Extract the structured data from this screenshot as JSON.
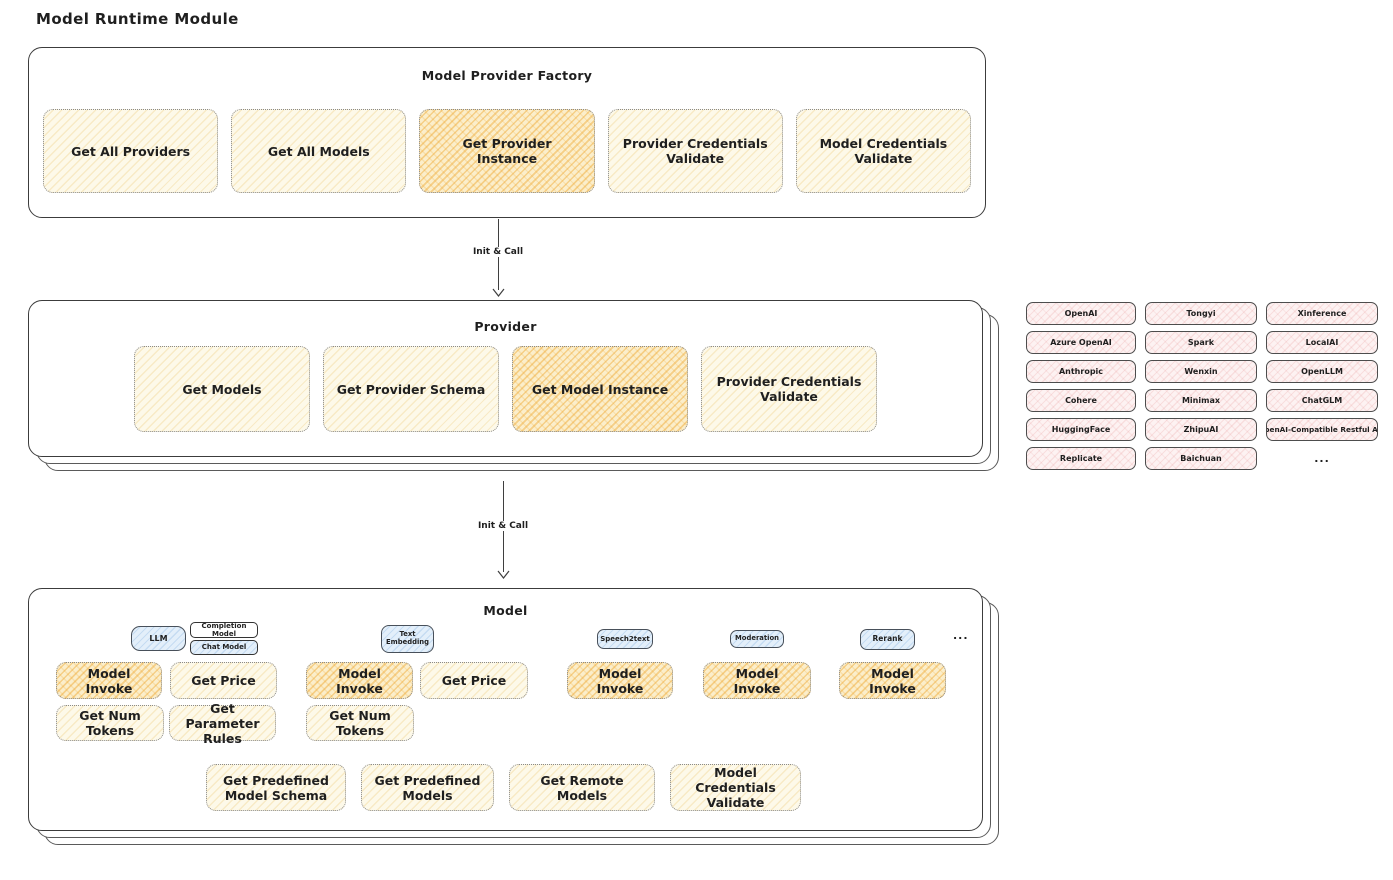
{
  "title": "Model Runtime Module",
  "colors": {
    "ink": "#1f1f1f",
    "box_border": "#3c3c3c",
    "yellow_fill": "#fdf9e9",
    "orange_fill": "#fbeecb",
    "pink_fill": "#fdf2f2",
    "blue_fill": "#e3effa"
  },
  "factory": {
    "title": "Model Provider Factory",
    "buttons": [
      {
        "label": "Get All Providers",
        "highlight": false
      },
      {
        "label": "Get All Models",
        "highlight": false
      },
      {
        "label": "Get Provider Instance",
        "highlight": true
      },
      {
        "label": "Provider Credentials Validate",
        "highlight": false
      },
      {
        "label": "Model Credentials Validate",
        "highlight": false
      }
    ]
  },
  "arrow1": {
    "label": "Init & Call"
  },
  "arrow2": {
    "label": "Init & Call"
  },
  "provider": {
    "title": "Provider",
    "buttons": [
      {
        "label": "Get Models",
        "highlight": false
      },
      {
        "label": "Get Provider Schema",
        "highlight": false
      },
      {
        "label": "Get Model Instance",
        "highlight": true
      },
      {
        "label": "Provider Credentials Validate",
        "highlight": false
      }
    ]
  },
  "providers_grid": {
    "items": [
      "OpenAI",
      "Tongyi",
      "Xinference",
      "Azure OpenAI",
      "Spark",
      "LocalAI",
      "Anthropic",
      "Wenxin",
      "OpenLLM",
      "Cohere",
      "Minimax",
      "ChatGLM",
      "HuggingFace",
      "ZhipuAI",
      "OpenAI-Compatible Restful API",
      "Replicate",
      "Baichuan"
    ],
    "ellipsis": "..."
  },
  "model": {
    "title": "Model",
    "tags": {
      "llm": "LLM",
      "completion_model": "Completion Model",
      "chat_model": "Chat Model",
      "text_embedding": "Text Embedding",
      "speech2text": "Speech2text",
      "moderation": "Moderation",
      "rerank": "Rerank",
      "ellipsis": "..."
    },
    "buttons": {
      "llm_invoke": "Model Invoke",
      "llm_get_price": "Get Price",
      "llm_get_num_tokens": "Get Num Tokens",
      "llm_get_parameter_rules": "Get Parameter Rules",
      "te_invoke": "Model Invoke",
      "te_get_price": "Get Price",
      "te_get_num_tokens": "Get Num Tokens",
      "s2t_invoke": "Model Invoke",
      "moderation_invoke": "Model Invoke",
      "rerank_invoke": "Model Invoke"
    },
    "bottom_buttons": [
      "Get Predefined Model Schema",
      "Get Predefined Models",
      "Get Remote Models",
      "Model Credentials Validate"
    ]
  }
}
